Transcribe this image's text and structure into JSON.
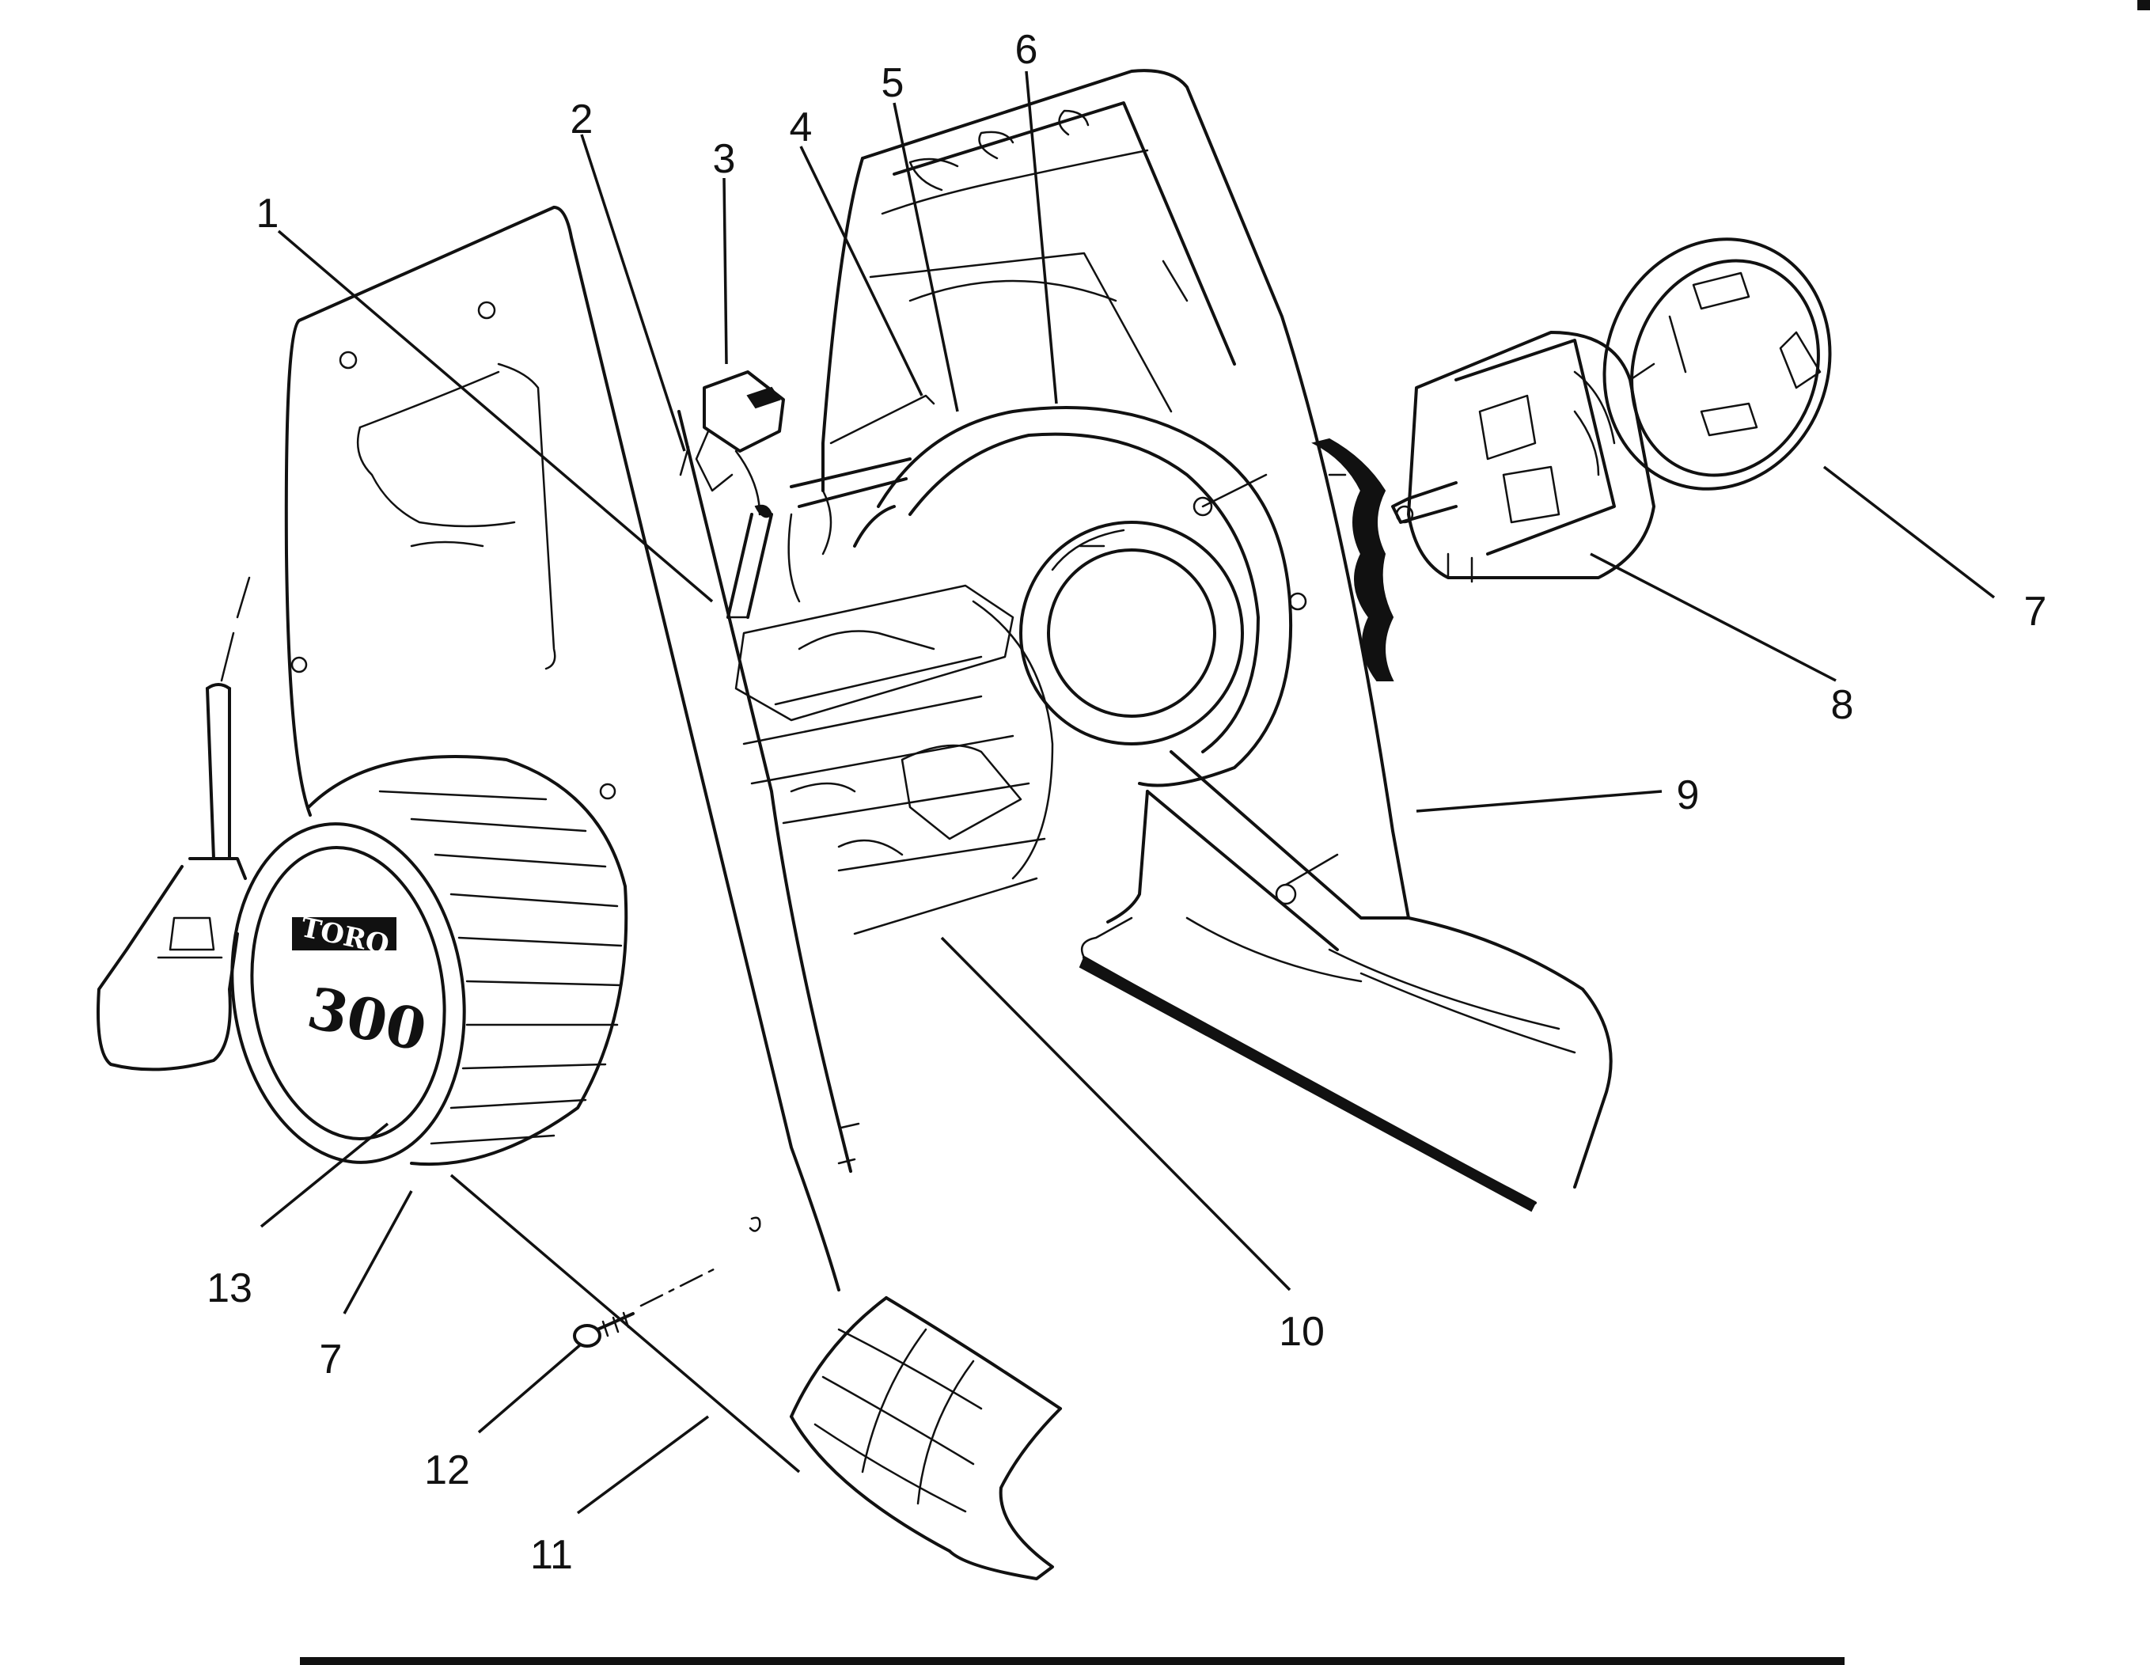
{
  "callouts": {
    "c1": "1",
    "c2": "2",
    "c3": "3",
    "c4": "4",
    "c5": "5",
    "c6": "6",
    "c7a": "7",
    "c7b": "7",
    "c8": "8",
    "c9": "9",
    "c10": "10",
    "c11": "11",
    "c12": "12",
    "c13": "13"
  },
  "fan_label": {
    "brand": "TORO",
    "model": "300"
  }
}
